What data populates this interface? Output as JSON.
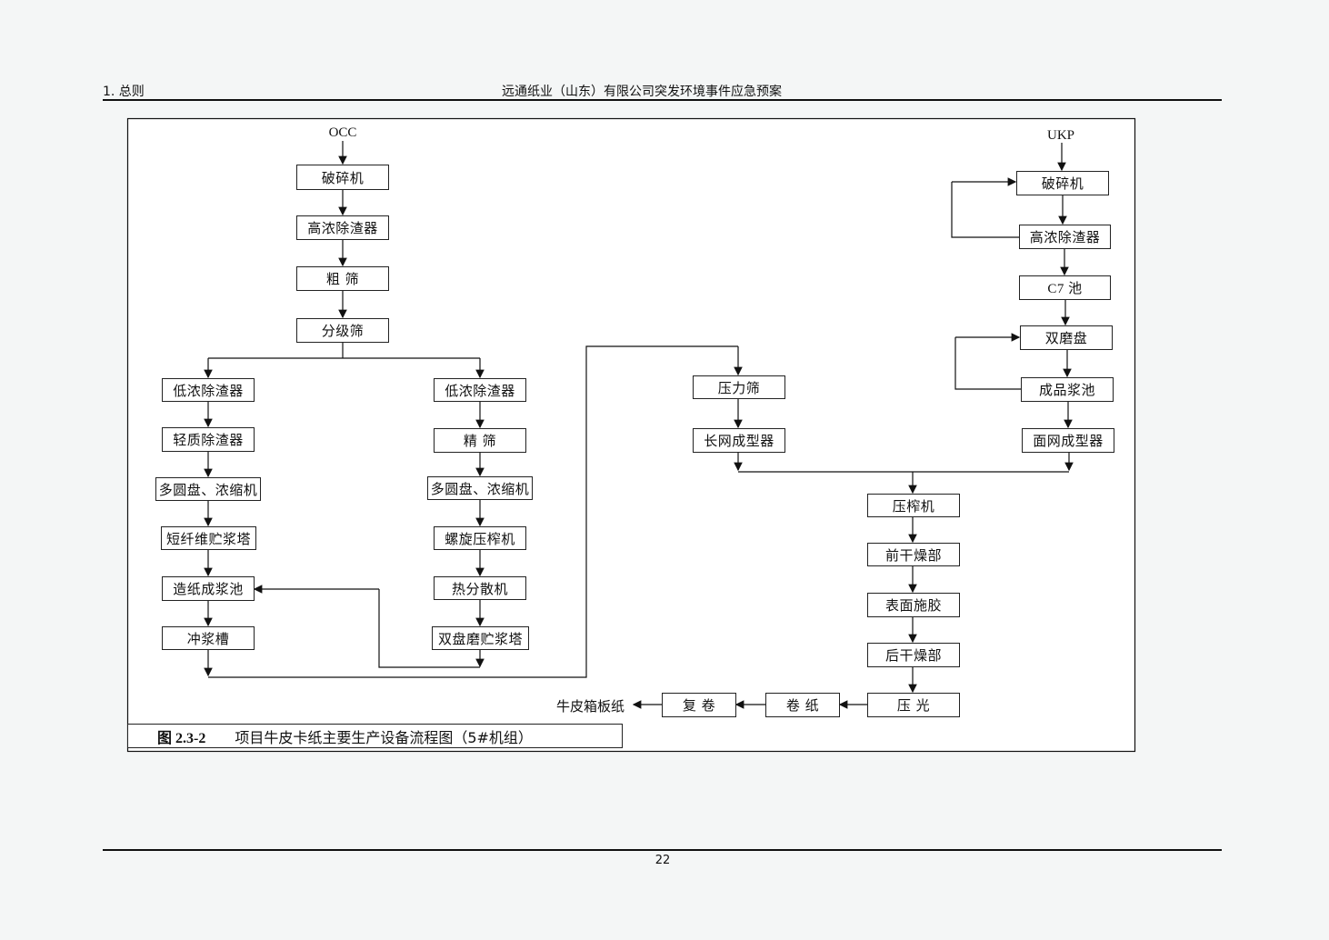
{
  "header": {
    "section": "1. 总则",
    "doc_title": "远通纸业（山东）有限公司突发环境事件应急预案"
  },
  "diagram": {
    "inputs": {
      "occ": "OCC",
      "ukp": "UKP"
    },
    "occ_line": [
      "破碎机",
      "高浓除渣器",
      "粗  筛",
      "分级筛"
    ],
    "left_branch": [
      "低浓除渣器",
      "轻质除渣器",
      "多圆盘、浓缩机",
      "短纤维贮浆塔",
      "造纸成浆池",
      "冲浆槽"
    ],
    "right_branch": [
      "低浓除渣器",
      "精  筛",
      "多圆盘、浓缩机",
      "螺旋压榨机",
      "热分散机",
      "双盘磨贮浆塔"
    ],
    "bottom_line": [
      "压力筛",
      "长网成型器"
    ],
    "ukp_line": [
      "破碎机",
      "高浓除渣器",
      "C7 池",
      "双磨盘",
      "成品浆池",
      "面网成型器"
    ],
    "press_line": [
      "压榨机",
      "前干燥部",
      "表面施胶",
      "后干燥部",
      "压   光"
    ],
    "finish_line": [
      "卷 纸",
      "复 卷"
    ],
    "product": "牛皮箱板纸"
  },
  "caption": {
    "number": "图 2.3-2",
    "title": "项目牛皮卡纸主要生产设备流程图（5#机组）"
  },
  "footer": {
    "page": "22"
  }
}
